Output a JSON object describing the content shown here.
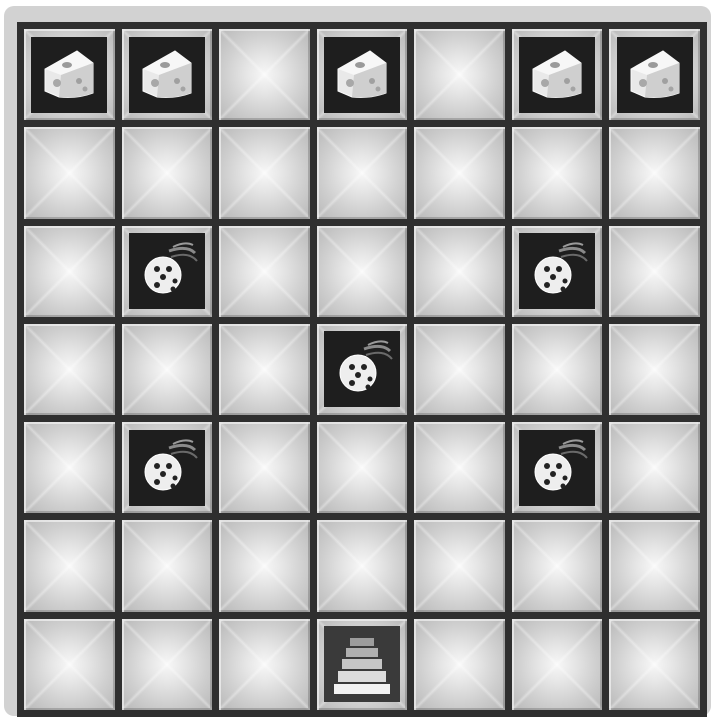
{
  "board": {
    "rows": 7,
    "cols": 7,
    "colors": {
      "frame": "#d2d2d2",
      "grid_lines": "#2f2f2f",
      "tile": "#cfcfcf",
      "piece_background": "#1e1e1e"
    },
    "pieces": [
      {
        "row": 0,
        "col": 0,
        "type": "cheese",
        "icon": "cheese-icon"
      },
      {
        "row": 0,
        "col": 1,
        "type": "cheese",
        "icon": "cheese-icon"
      },
      {
        "row": 0,
        "col": 3,
        "type": "cheese",
        "icon": "cheese-icon"
      },
      {
        "row": 0,
        "col": 5,
        "type": "cheese",
        "icon": "cheese-icon"
      },
      {
        "row": 0,
        "col": 6,
        "type": "cheese",
        "icon": "cheese-icon"
      },
      {
        "row": 2,
        "col": 1,
        "type": "die",
        "icon": "flying-die-icon"
      },
      {
        "row": 2,
        "col": 5,
        "type": "die",
        "icon": "flying-die-icon"
      },
      {
        "row": 3,
        "col": 3,
        "type": "die",
        "icon": "flying-die-icon"
      },
      {
        "row": 4,
        "col": 1,
        "type": "die",
        "icon": "flying-die-icon"
      },
      {
        "row": 4,
        "col": 5,
        "type": "die",
        "icon": "flying-die-icon"
      },
      {
        "row": 6,
        "col": 3,
        "type": "stairs",
        "icon": "stairs-icon"
      }
    ]
  }
}
